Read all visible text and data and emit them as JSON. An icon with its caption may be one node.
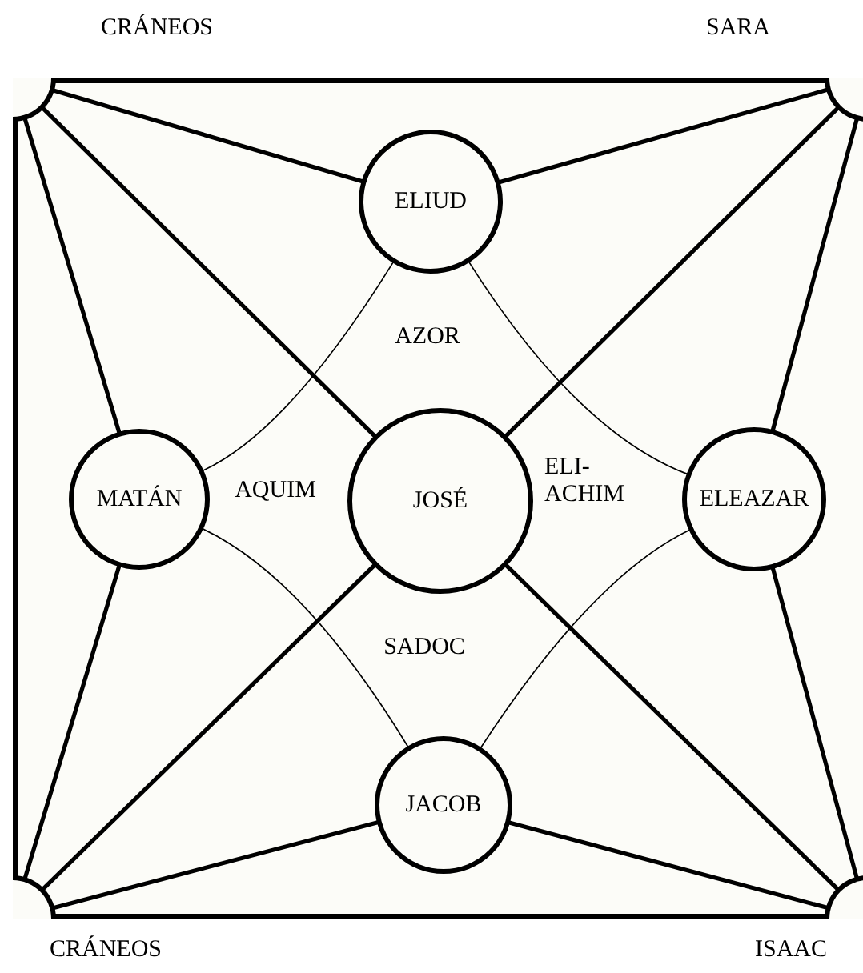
{
  "diagram": {
    "nodes": [
      {
        "text": [],
        "shape": "circle",
        "beside": [
          "CRÁNEOS"
        ]
      },
      {
        "text": [],
        "shape": "circle",
        "beside": [
          "SARA"
        ]
      },
      {
        "text": [
          "ELIUD"
        ]
      },
      {
        "text": [
          "MATÁN"
        ]
      },
      {
        "text": [
          "JOSÉ"
        ]
      },
      {
        "text": [
          "ELEAZAR"
        ]
      },
      {
        "text": [
          "JACOB"
        ]
      },
      {
        "text": [],
        "shape": "circle",
        "beside": [
          "CRÁNEOS"
        ]
      },
      {
        "text": [],
        "shape": "circle",
        "beside": [
          "ISAAC"
        ]
      }
    ],
    "edges": [
      {
        "from": 0,
        "to": 2,
        "arrow": "none"
      },
      {
        "from": 0,
        "to": 3,
        "arrow": "none"
      },
      {
        "from": 0,
        "to": 4,
        "arrow": "none"
      },
      {
        "from": 1,
        "to": 2,
        "arrow": "none"
      },
      {
        "from": 1,
        "to": 5,
        "arrow": "none"
      },
      {
        "from": 1,
        "to": 4,
        "arrow": "none"
      },
      {
        "from": 7,
        "to": 3,
        "arrow": "none"
      },
      {
        "from": 7,
        "to": 4,
        "arrow": "none"
      },
      {
        "from": 7,
        "to": 6,
        "arrow": "none"
      },
      {
        "from": 8,
        "to": 5,
        "arrow": "none"
      },
      {
        "from": 8,
        "to": 4,
        "arrow": "none"
      },
      {
        "from": 8,
        "to": 6,
        "arrow": "none"
      },
      {
        "from": 2,
        "to": 3,
        "arrow": "none"
      },
      {
        "from": 2,
        "to": 5,
        "arrow": "none"
      },
      {
        "from": 3,
        "to": 6,
        "arrow": "none"
      },
      {
        "from": 5,
        "to": 6,
        "arrow": "none"
      }
    ],
    "labels": [
      "AZOR",
      "AQUIM",
      "ELI- ACHIM",
      "SADOC"
    ]
  }
}
